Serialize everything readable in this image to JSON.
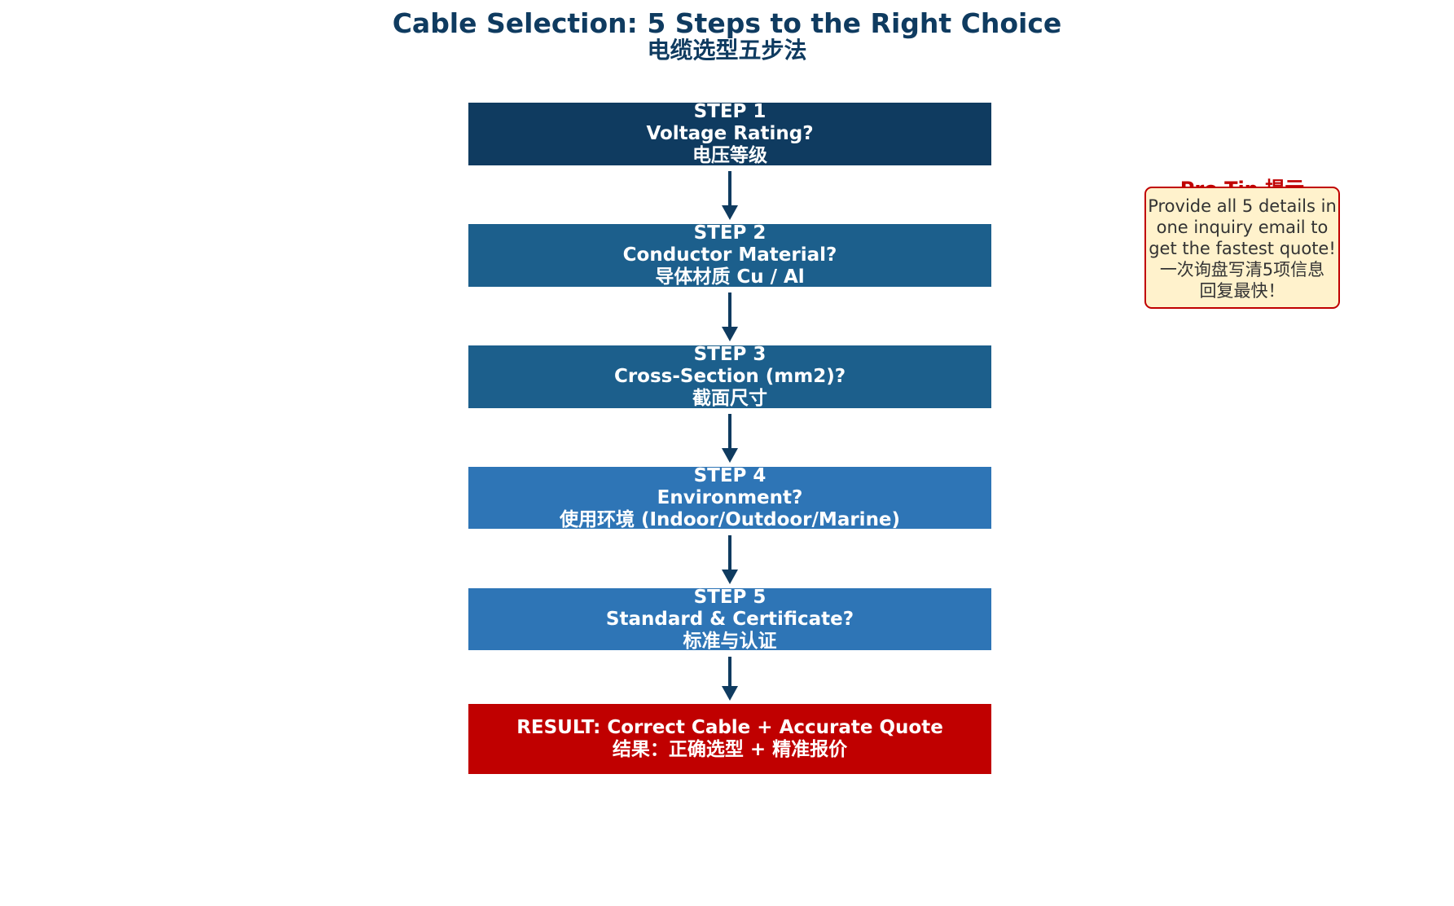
{
  "title": {
    "en": "Cable Selection: 5 Steps to the Right Choice",
    "zh": "电缆选型五步法"
  },
  "steps": [
    {
      "label": "STEP 1",
      "en": "Voltage Rating?",
      "zh": "电压等级",
      "color": "#0f3b60"
    },
    {
      "label": "STEP 2",
      "en": "Conductor Material?",
      "zh": "导体材质 Cu / Al",
      "color": "#1c5f8c"
    },
    {
      "label": "STEP 3",
      "en": "Cross-Section (mm2)?",
      "zh": "截面尺寸",
      "color": "#1c5f8c"
    },
    {
      "label": "STEP 4",
      "en": "Environment?",
      "zh": "使用环境 (Indoor/Outdoor/Marine)",
      "color": "#2e75b6"
    },
    {
      "label": "STEP 5",
      "en": "Standard & Certificate?",
      "zh": "标准与认证",
      "color": "#2e75b6"
    }
  ],
  "result": {
    "en": "RESULT: Correct Cable + Accurate Quote",
    "zh": "结果：正确选型 + 精准报价",
    "color": "#c00000"
  },
  "tip": {
    "heading": "Pro Tip 提示",
    "lines": [
      "Provide all 5 details in",
      "one inquiry email to",
      "get the fastest quote!",
      "一次询盘写清5项信息",
      "回复最快！"
    ],
    "border_color": "#c00000",
    "background": "#fff2cc"
  },
  "arrow_color": "#0f3b60"
}
